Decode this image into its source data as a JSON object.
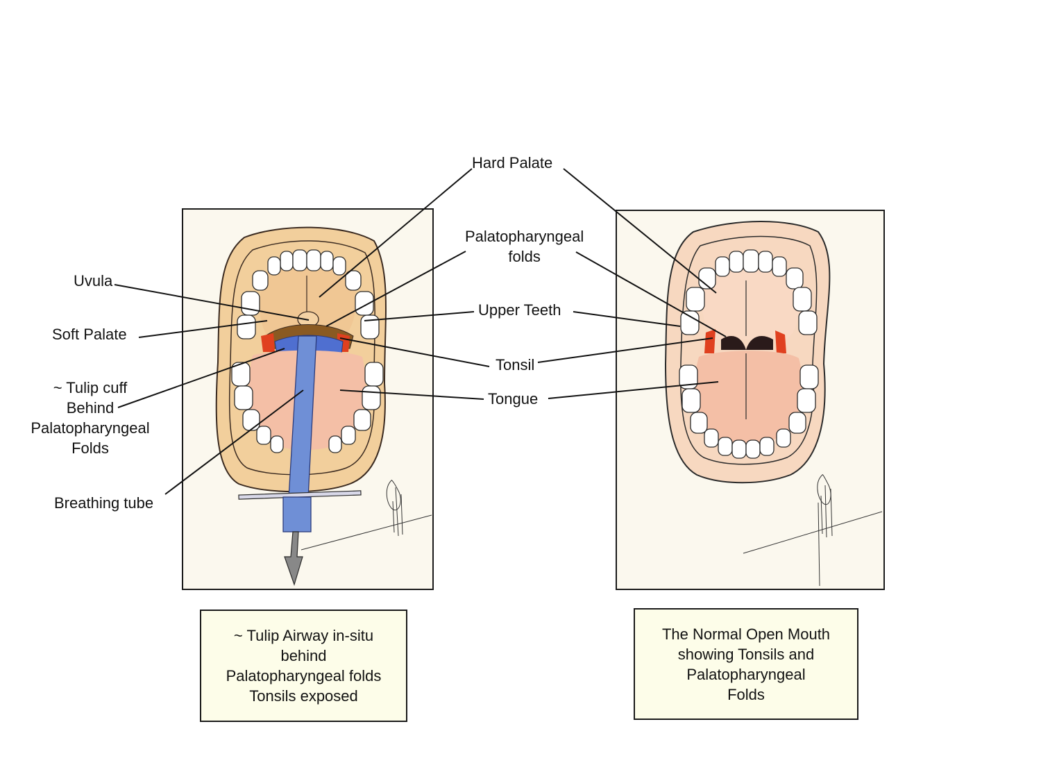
{
  "labels": {
    "hard_palate": "Hard Palate",
    "palatopharyngeal_folds": "Palatopharyngeal\nfolds",
    "upper_teeth": "Upper Teeth",
    "tonsil": "Tonsil",
    "tongue": "Tongue",
    "uvula": "Uvula",
    "soft_palate": "Soft Palate",
    "tulip_cuff": "~ Tulip cuff\nBehind\nPalatopharyngeal\nFolds",
    "breathing_tube": "Breathing tube"
  },
  "captions": {
    "left": "~ Tulip Airway in-situ\nbehind\nPalatopharyngeal folds\nTonsils exposed",
    "right": "The Normal Open Mouth\nshowing Tonsils and\nPalatopharyngeal\nFolds"
  },
  "colors": {
    "paper": "#fbf8ee",
    "lips_left": "#f2cf9c",
    "lips_right": "#f7d8c0",
    "tongue": "#f4bfa6",
    "tube": "#6f8fd6",
    "tonsil": "#e0401f",
    "soft_palate": "#8a5a22",
    "pharynx": "#2a1a1a"
  }
}
